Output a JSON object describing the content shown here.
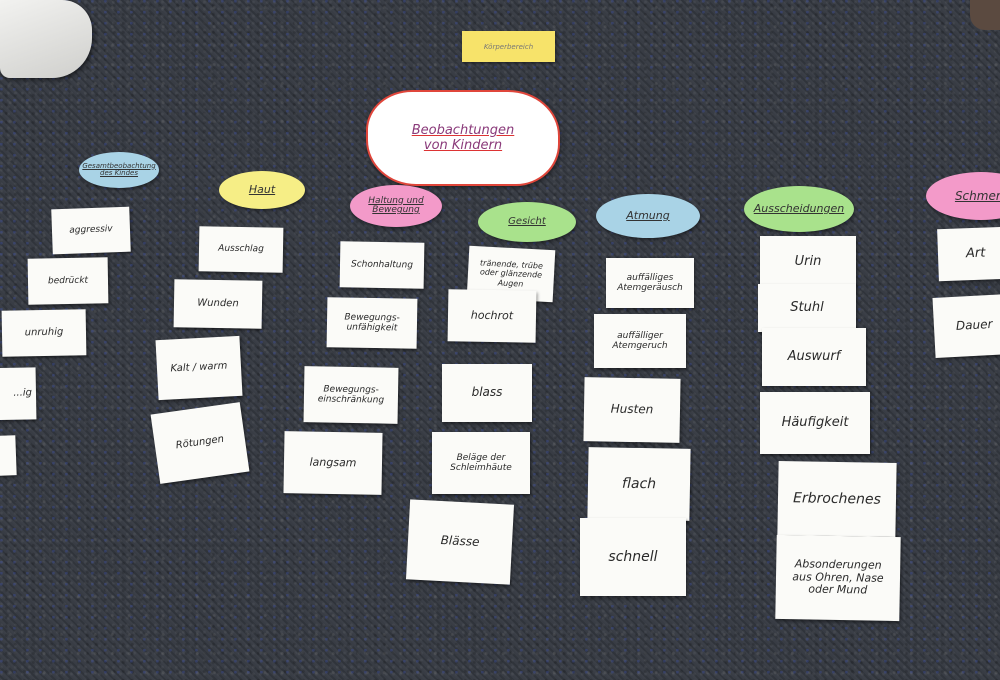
{
  "title_note": "Körperbereich",
  "cloud": {
    "line1": "Beobachtungen",
    "line2": "von Kindern"
  },
  "colors": {
    "blue": "#a9d3e6",
    "yellow": "#f6ee86",
    "pink": "#f39ac9",
    "green": "#a9e28c",
    "purple": "#d0ace2"
  },
  "categories": [
    {
      "label": "Gesamtbeobachtung des Kindes",
      "color": "blue"
    },
    {
      "label": "Haut",
      "color": "yellow"
    },
    {
      "label": "Haltung und Bewegung",
      "color": "pink"
    },
    {
      "label": "Gesicht",
      "color": "green"
    },
    {
      "label": "Atmung",
      "color": "blue"
    },
    {
      "label": "Ausscheidungen",
      "color": "green"
    },
    {
      "label": "Schmerz",
      "color": "pink"
    }
  ],
  "columns": {
    "gesamt": [
      "aggressiv",
      "bedrückt",
      "unruhig",
      "...ig",
      ""
    ],
    "haut": [
      "Ausschlag",
      "Wunden",
      "Kalt / warm",
      "Rötungen"
    ],
    "haltung": [
      "Schonhaltung",
      "Bewegungs-unfähigkeit",
      "Bewegungs-einschränkung",
      "langsam"
    ],
    "gesicht": [
      "tränende, trübe oder glänzende Augen",
      "hochrot",
      "blass",
      "Beläge der Schleimhäute",
      "Blässe"
    ],
    "atmung": [
      "auffälliges Atemgeräusch",
      "auffälliger Atemgeruch",
      "Husten",
      "flach",
      "schnell"
    ],
    "ausscheidungen": [
      "Urin",
      "Stuhl",
      "Auswurf",
      "Häufigkeit",
      "Erbrochenes",
      "Absonderungen aus Ohren, Nase oder Mund"
    ],
    "schmerz": [
      "Art",
      "Dauer"
    ]
  }
}
